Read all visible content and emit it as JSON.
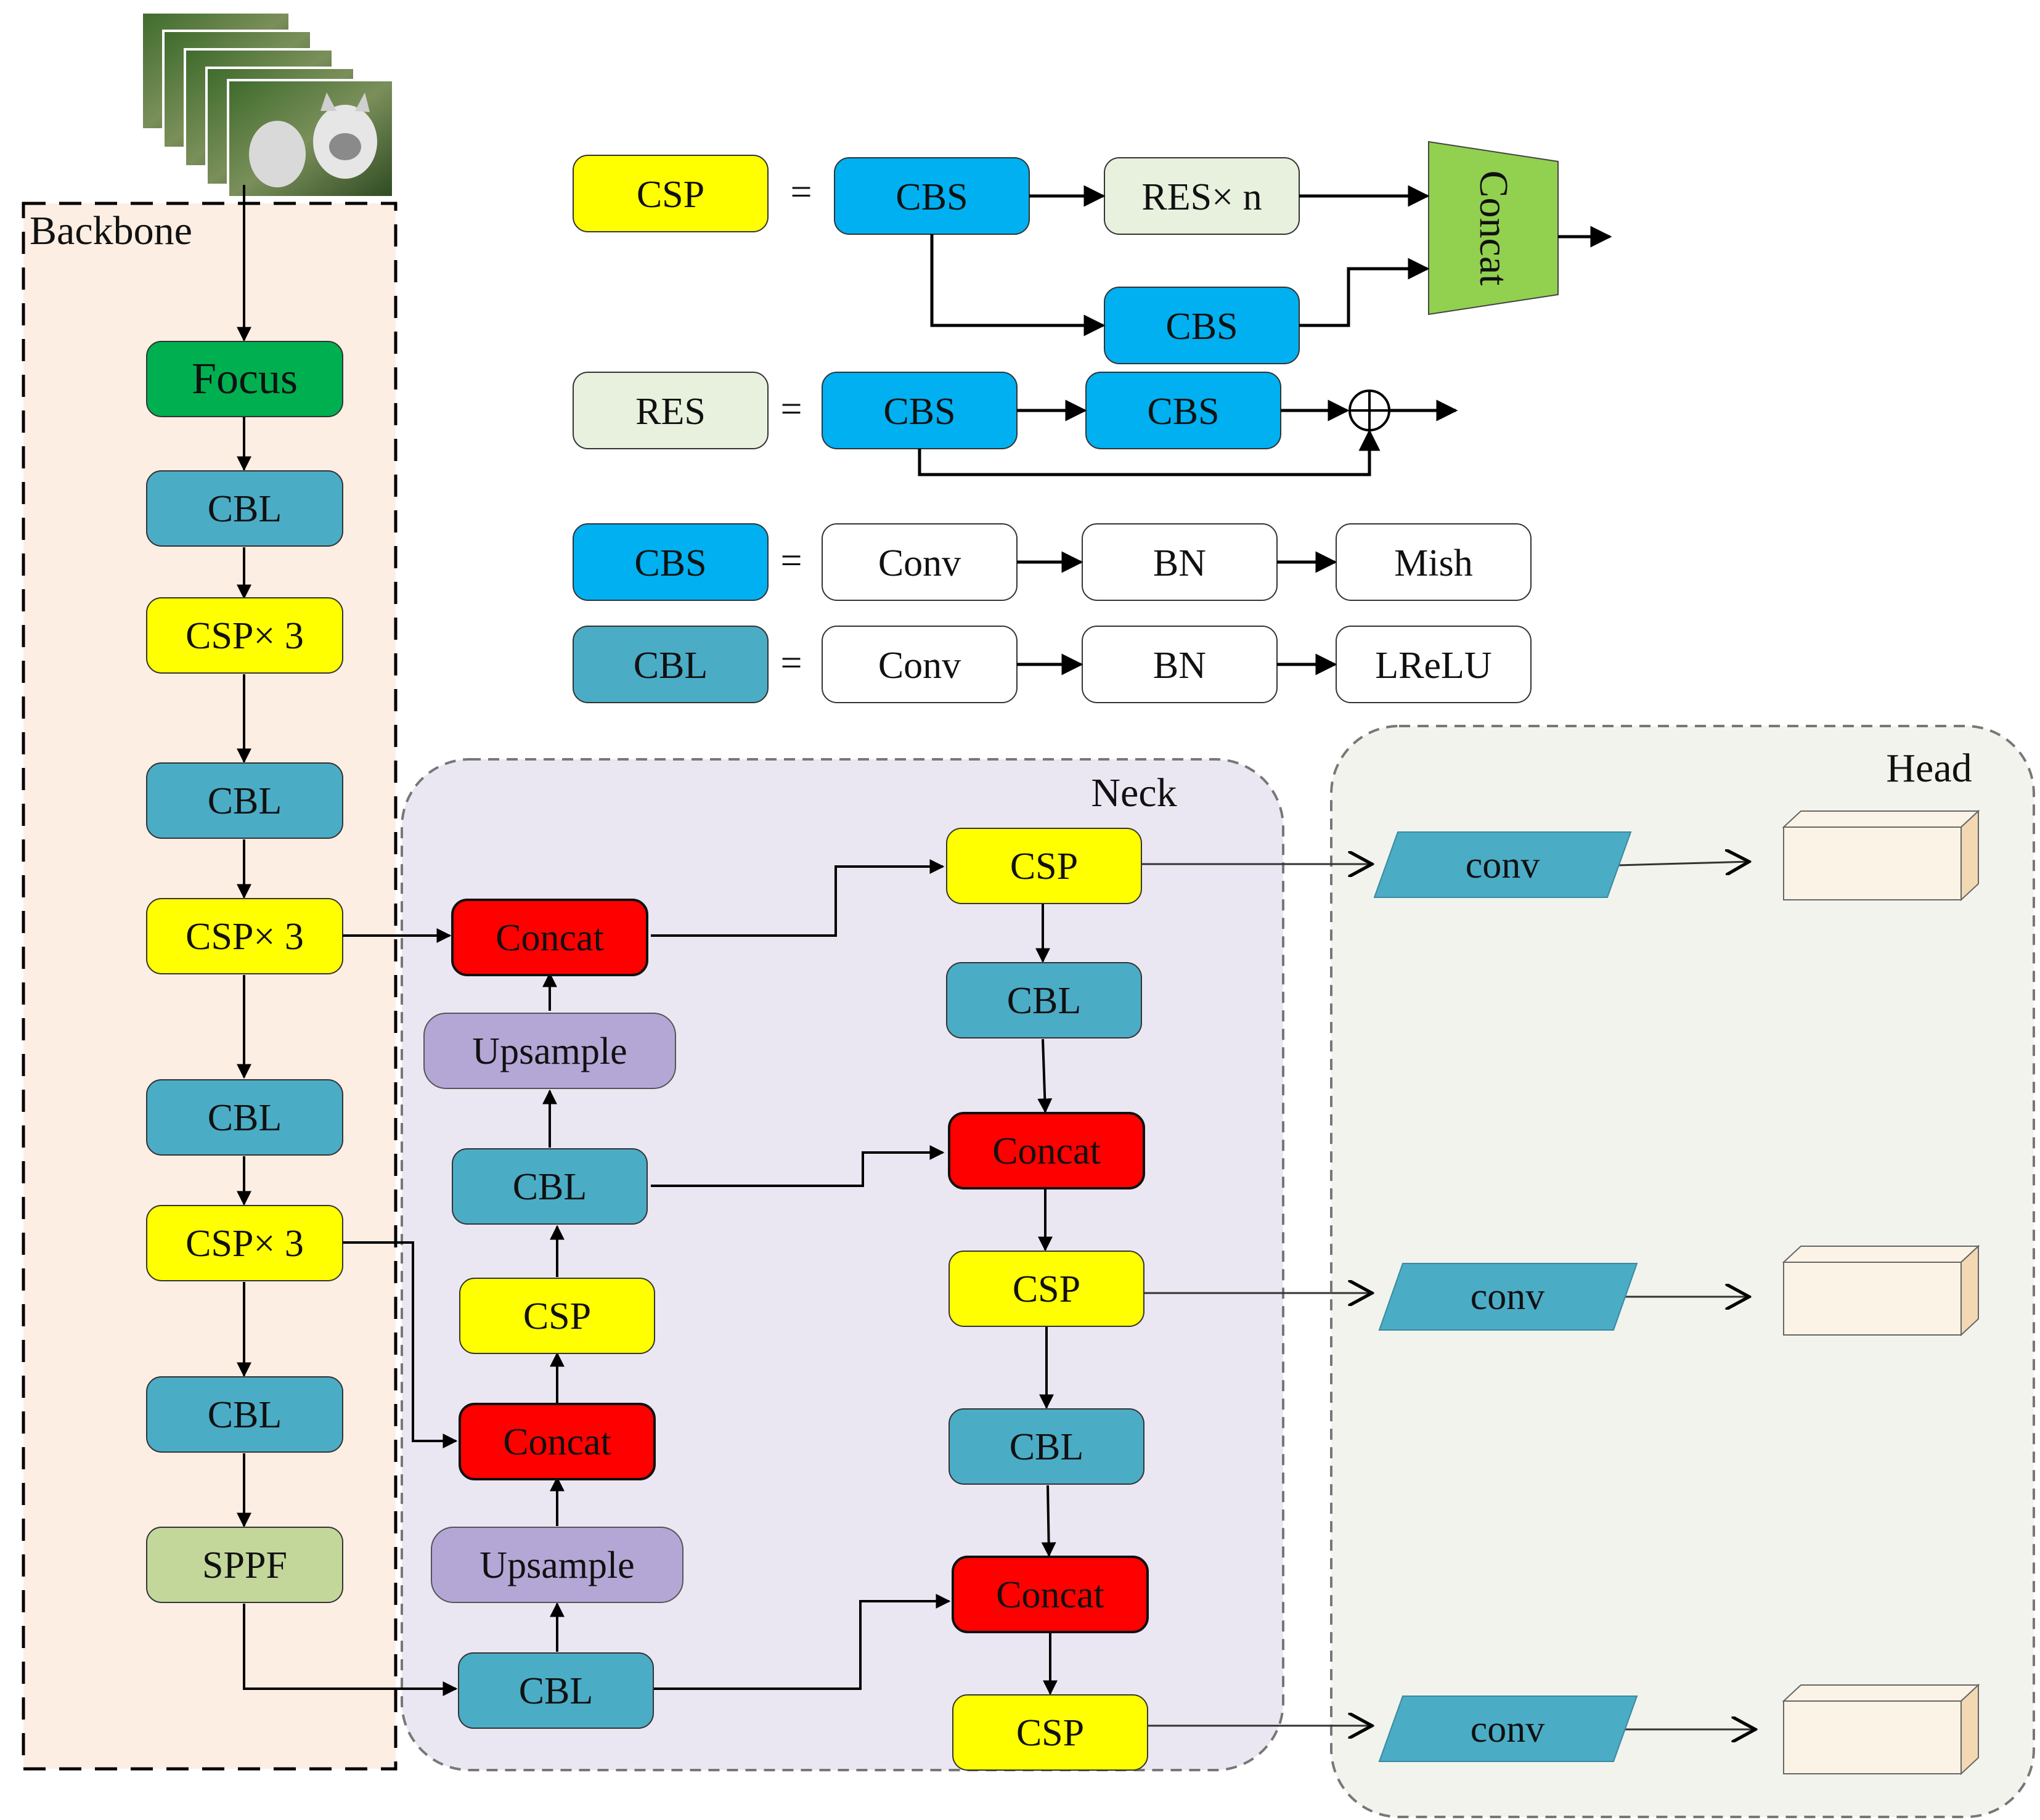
{
  "colors": {
    "yellow": "#ffff00",
    "blue_bright": "#00b0f0",
    "blue_teal": "#4bacc6",
    "green": "#00b050",
    "red": "#ff0000",
    "purple": "#b4a7d6",
    "olive": "#c4d79b",
    "res_fill": "#e8f0de",
    "concat_trap": "#92d050",
    "backbone_bg": "#fdeee4",
    "neck_bg": "#ebe7f2",
    "head_bg": "#f2f3ec",
    "cube_face": "#fbf3e6",
    "cube_side": "#f2d9b3"
  },
  "sections": {
    "backbone": "Backbone",
    "neck": "Neck",
    "head": "Head"
  },
  "legend": {
    "equals": "=",
    "csp": "CSP",
    "cbs": "CBS",
    "res_x_n": "RES× n",
    "concat": "Concat",
    "res": "RES",
    "conv": "Conv",
    "bn": "BN",
    "mish": "Mish",
    "cbl": "CBL",
    "lrelu": "LReLU"
  },
  "backbone": {
    "focus": "Focus",
    "cbl": "CBL",
    "csp_x3": "CSP× 3",
    "sppf": "SPPF"
  },
  "neck": {
    "concat": "Concat",
    "upsample": "Upsample",
    "cbl": "CBL",
    "csp": "CSP"
  },
  "head": {
    "conv": "conv"
  },
  "icons": {
    "input": "cat-image-stack-icon",
    "output": "feature-map-cube-icon",
    "add": "add-circle-icon"
  }
}
